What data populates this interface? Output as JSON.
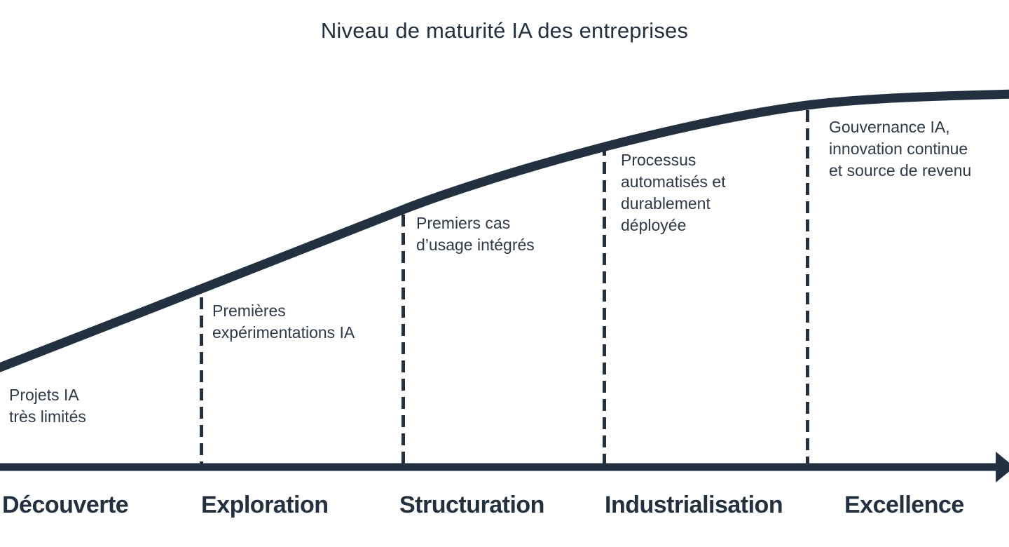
{
  "title": "Niveau de maturité IA des entreprises",
  "theme": {
    "ink": "#22303f",
    "text": "#2e3947",
    "background": "#ffffff"
  },
  "diagram": {
    "type": "maturity-curve",
    "axis_direction": "left-to-right-arrow",
    "stages": [
      {
        "name": "Découverte",
        "description": "Projets IA\ntrès limités"
      },
      {
        "name": "Exploration",
        "description": "Premières\nexpérimentations IA"
      },
      {
        "name": "Structuration",
        "description": "Premiers cas\nd’usage intégrés"
      },
      {
        "name": "Industrialisation",
        "description": "Processus\nautomatisés et\ndurablement\ndéployée"
      },
      {
        "name": "Excellence",
        "description": "Gouvernance IA,\ninnovation continue\net source de revenu"
      }
    ]
  }
}
